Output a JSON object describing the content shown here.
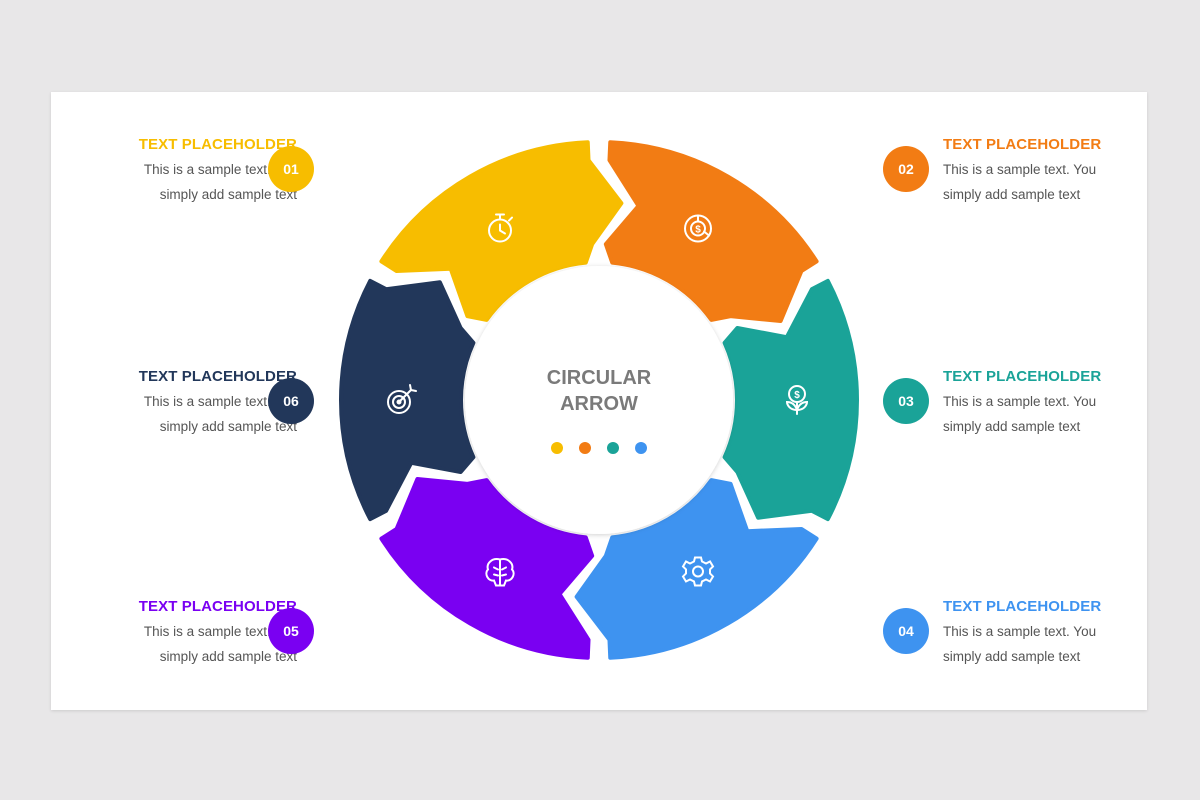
{
  "center": {
    "title_line1": "CIRCULAR",
    "title_line2": "ARROW",
    "dot_colors": [
      "#f7bd00",
      "#f27c14",
      "#1aa398",
      "#3e93f0"
    ]
  },
  "steps": [
    {
      "number": "01",
      "title": "TEXT PLACEHOLDER",
      "text": "This is a sample text. You simply add sample text",
      "color": "#f7bd00",
      "icon": "stopwatch-icon"
    },
    {
      "number": "02",
      "title": "TEXT PLACEHOLDER",
      "text": "This is a sample text. You simply add sample text",
      "color": "#f27c14",
      "icon": "money-chart-icon"
    },
    {
      "number": "03",
      "title": "TEXT PLACEHOLDER",
      "text": "This is a sample text. You simply add sample text",
      "color": "#1aa398",
      "icon": "money-plant-icon"
    },
    {
      "number": "04",
      "title": "TEXT PLACEHOLDER",
      "text": "This is a sample text. You simply add sample text",
      "color": "#3e93f0",
      "icon": "gear-icon"
    },
    {
      "number": "05",
      "title": "TEXT PLACEHOLDER",
      "text": "This is a sample text. You simply add sample text",
      "color": "#7a00f2",
      "icon": "brain-icon"
    },
    {
      "number": "06",
      "title": "TEXT PLACEHOLDER",
      "text": "This is a sample text. You simply add sample text",
      "color": "#22375a",
      "icon": "target-icon"
    }
  ]
}
